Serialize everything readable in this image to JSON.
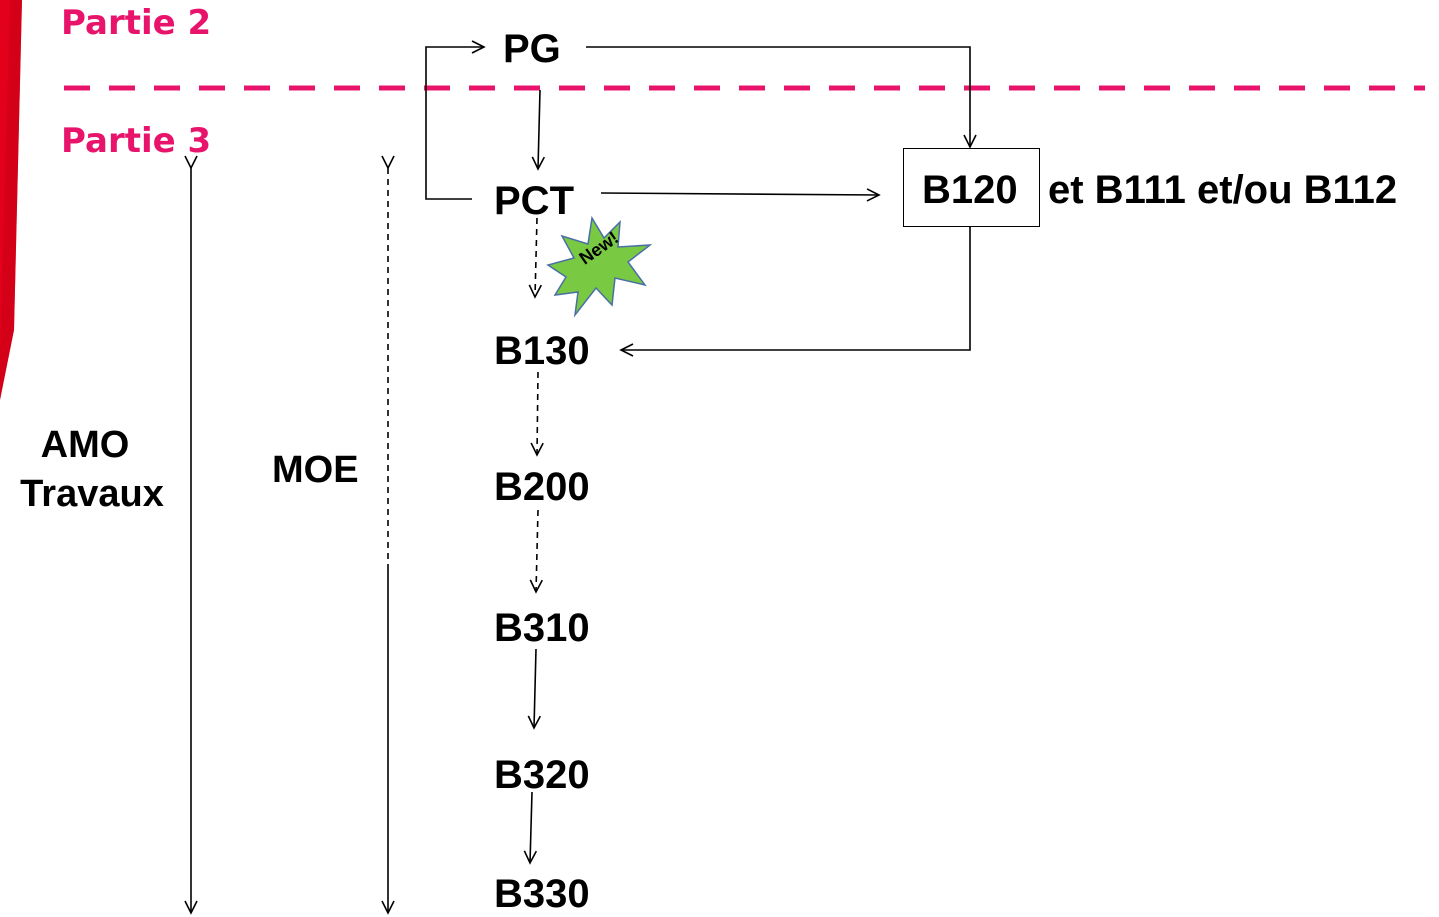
{
  "sections": {
    "part2": "Partie 2",
    "part3": "Partie 3"
  },
  "nodes": {
    "pg": "PG",
    "pct": "PCT",
    "b120": "B120",
    "b120_suffix": "et B111 et/ou B112",
    "b130": "B130",
    "b200": "B200",
    "b310": "B310",
    "b320": "B320",
    "b330": "B330"
  },
  "side_labels": {
    "amo_line1": "AMO",
    "amo_line2": "Travaux",
    "moe": "MOE"
  },
  "badge": {
    "text": "New!",
    "color": "#7ac943"
  },
  "colors": {
    "section_text": "#e8146c",
    "divider": "#e8146c",
    "left_edge": "#e3001b",
    "lines": "#000000"
  }
}
